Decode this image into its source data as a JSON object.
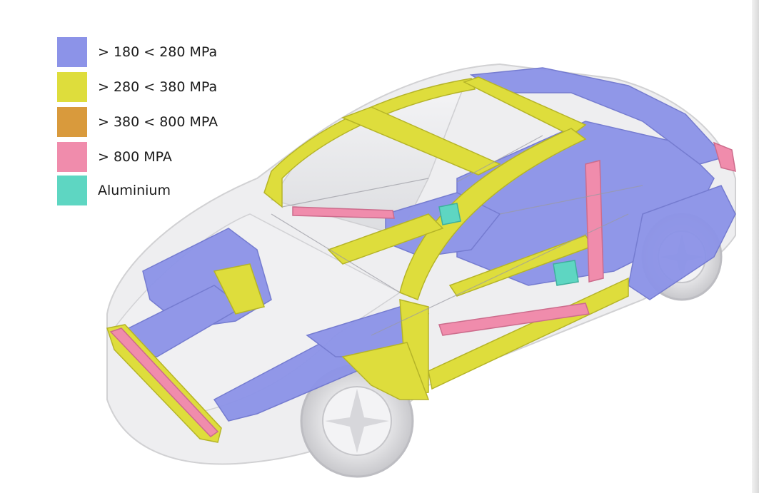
{
  "legend": {
    "items": [
      {
        "label": "> 180 < 280 MPa",
        "color": "#8c93e8"
      },
      {
        "label": "> 280 < 380 MPa",
        "color": "#dedd3c"
      },
      {
        "label": "> 380 < 800 MPA",
        "color": "#d99a3c"
      },
      {
        "label": "> 800 MPA",
        "color": "#f08cac"
      },
      {
        "label": "Aluminium",
        "color": "#5ed6c2"
      }
    ]
  },
  "colors": {
    "mild_steel": "#8c93e8",
    "high_strength": "#dedd3c",
    "very_high_strength": "#d99a3c",
    "ultra_high_strength": "#f08cac",
    "aluminium": "#5ed6c2",
    "body_ghost": "#e6e6e8",
    "outline": "#b9b9bd"
  }
}
